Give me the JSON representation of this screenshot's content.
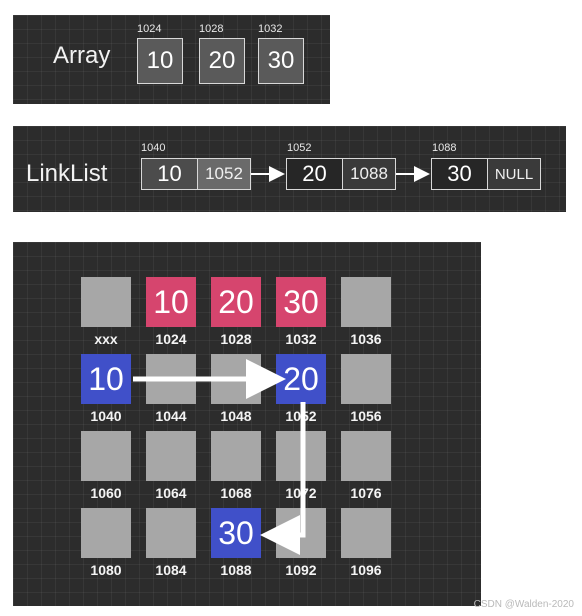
{
  "array": {
    "label": "Array",
    "items": [
      {
        "address": "1024",
        "value": "10"
      },
      {
        "address": "1028",
        "value": "20"
      },
      {
        "address": "1032",
        "value": "30"
      }
    ]
  },
  "linklist": {
    "label": "LinkList",
    "nodes": [
      {
        "address": "1040",
        "value": "10",
        "next": "1052"
      },
      {
        "address": "1052",
        "value": "20",
        "next": "1088"
      },
      {
        "address": "1088",
        "value": "30",
        "next": "NULL"
      }
    ]
  },
  "memory": {
    "rows": [
      [
        {
          "address": "xxx",
          "value": "",
          "state": "free"
        },
        {
          "address": "1024",
          "value": "10",
          "state": "array"
        },
        {
          "address": "1028",
          "value": "20",
          "state": "array"
        },
        {
          "address": "1032",
          "value": "30",
          "state": "array"
        },
        {
          "address": "1036",
          "value": "",
          "state": "free"
        }
      ],
      [
        {
          "address": "1040",
          "value": "10",
          "state": "list"
        },
        {
          "address": "1044",
          "value": "",
          "state": "free"
        },
        {
          "address": "1048",
          "value": "",
          "state": "free"
        },
        {
          "address": "1052",
          "value": "20",
          "state": "list"
        },
        {
          "address": "1056",
          "value": "",
          "state": "free"
        }
      ],
      [
        {
          "address": "1060",
          "value": "",
          "state": "free"
        },
        {
          "address": "1064",
          "value": "",
          "state": "free"
        },
        {
          "address": "1068",
          "value": "",
          "state": "free"
        },
        {
          "address": "1072",
          "value": "",
          "state": "free"
        },
        {
          "address": "1076",
          "value": "",
          "state": "free"
        }
      ],
      [
        {
          "address": "1080",
          "value": "",
          "state": "free"
        },
        {
          "address": "1084",
          "value": "",
          "state": "free"
        },
        {
          "address": "1088",
          "value": "30",
          "state": "list"
        },
        {
          "address": "1092",
          "value": "",
          "state": "free"
        },
        {
          "address": "1096",
          "value": "",
          "state": "free"
        }
      ]
    ]
  },
  "colors": {
    "array_cell": "#d6456e",
    "list_cell": "#4050c9",
    "free_cell": "#a7a7a7",
    "panel": "#2c2c2c"
  },
  "watermark": "CSDN @Walden-2020"
}
